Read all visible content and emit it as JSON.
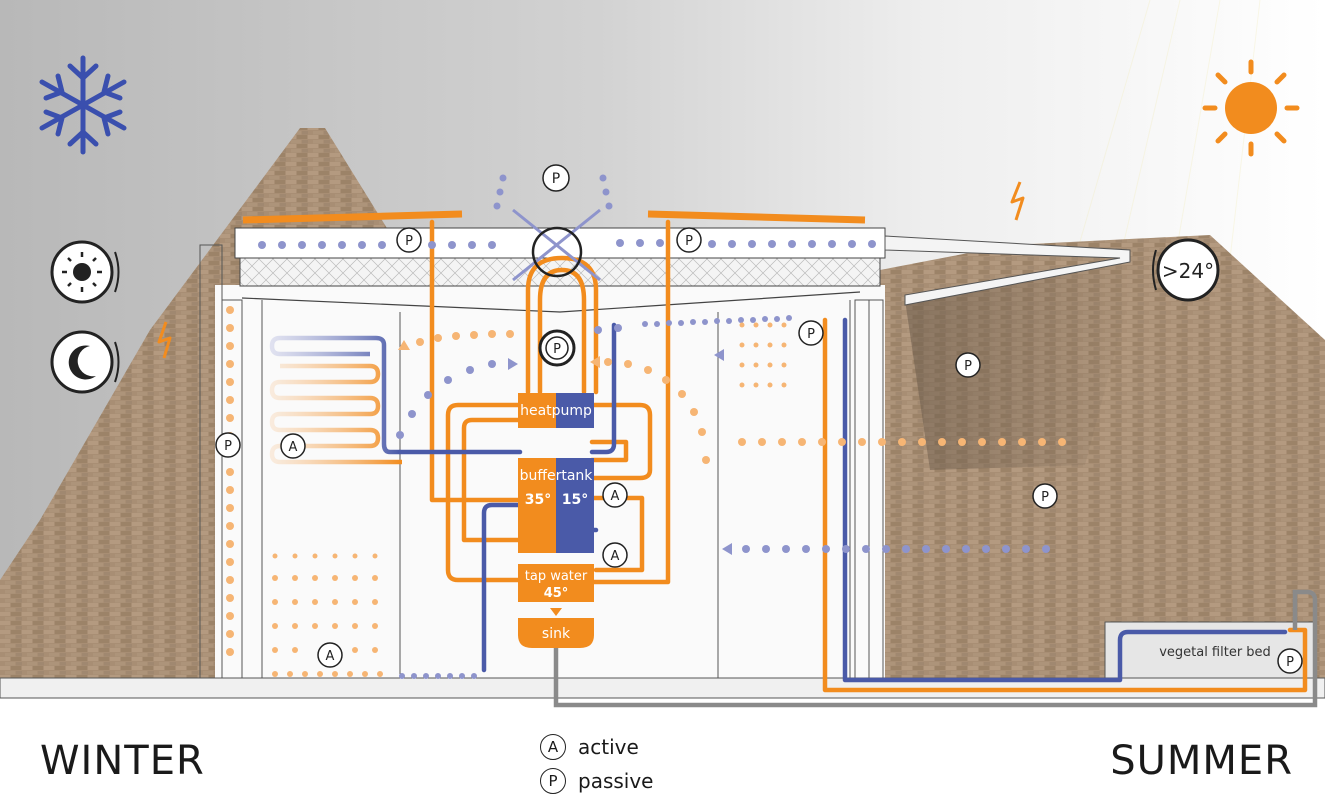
{
  "diagram": {
    "components": {
      "heatpump": "heatpump",
      "buffertank": "buffertank",
      "buffer_warm": "35°",
      "buffer_cold": "15°",
      "tapwater_label": "tap water",
      "tapwater_temp": "45°",
      "sink": "sink",
      "filter_bed": "vegetal filter bed",
      "threshold": ">24°"
    },
    "markers": {
      "active": "A",
      "passive": "P"
    }
  },
  "legend": {
    "active_symbol": "A",
    "active_label": "active",
    "passive_symbol": "P",
    "passive_label": "passive"
  },
  "seasons": {
    "left": "WINTER",
    "right": "SUMMER"
  },
  "icons": [
    "snowflake-icon",
    "sun-icon",
    "lightning-icon",
    "day-cycle-icon",
    "night-cycle-icon"
  ],
  "colors": {
    "warm": "#f28c1e",
    "cold": "#4a5aa8",
    "air_blue": "#8e94cc",
    "air_orange": "#f6b574",
    "grey_pipe": "#8a8a8a"
  }
}
